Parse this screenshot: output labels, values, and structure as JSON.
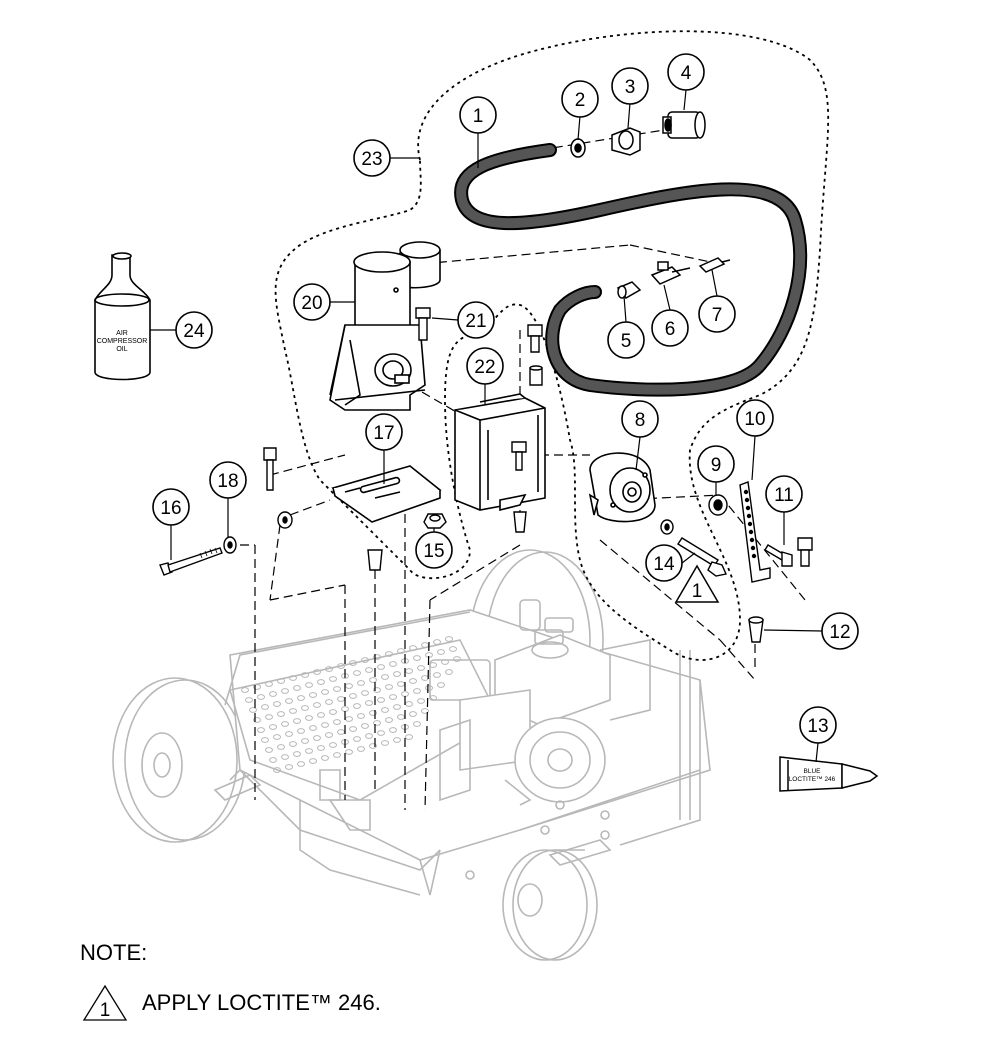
{
  "callouts": {
    "c1": "1",
    "c2": "2",
    "c3": "3",
    "c4": "4",
    "c5": "5",
    "c6": "6",
    "c7": "7",
    "c8": "8",
    "c9": "9",
    "c10": "10",
    "c11": "11",
    "c12": "12",
    "c13": "13",
    "c14": "14",
    "c15": "15",
    "c16": "16",
    "c17": "17",
    "c18": "18",
    "c20": "20",
    "c21": "21",
    "c22": "22",
    "c23": "23",
    "c24": "24"
  },
  "oil_bottle": {
    "line1": "AIR",
    "line2": "COMPRESSOR",
    "line3": "OIL"
  },
  "loctite_tube": {
    "line1": "BLUE",
    "line2": "LOCTITE™ 246"
  },
  "warning_symbol": {
    "number": "1"
  },
  "notes": {
    "title": "NOTE:",
    "marker": "1",
    "text": "APPLY LOCTITE™ 246."
  },
  "colors": {
    "line": "#000000",
    "faded": "#b8b8b8",
    "hose": "#4a4a4a",
    "bg": "#ffffff"
  }
}
